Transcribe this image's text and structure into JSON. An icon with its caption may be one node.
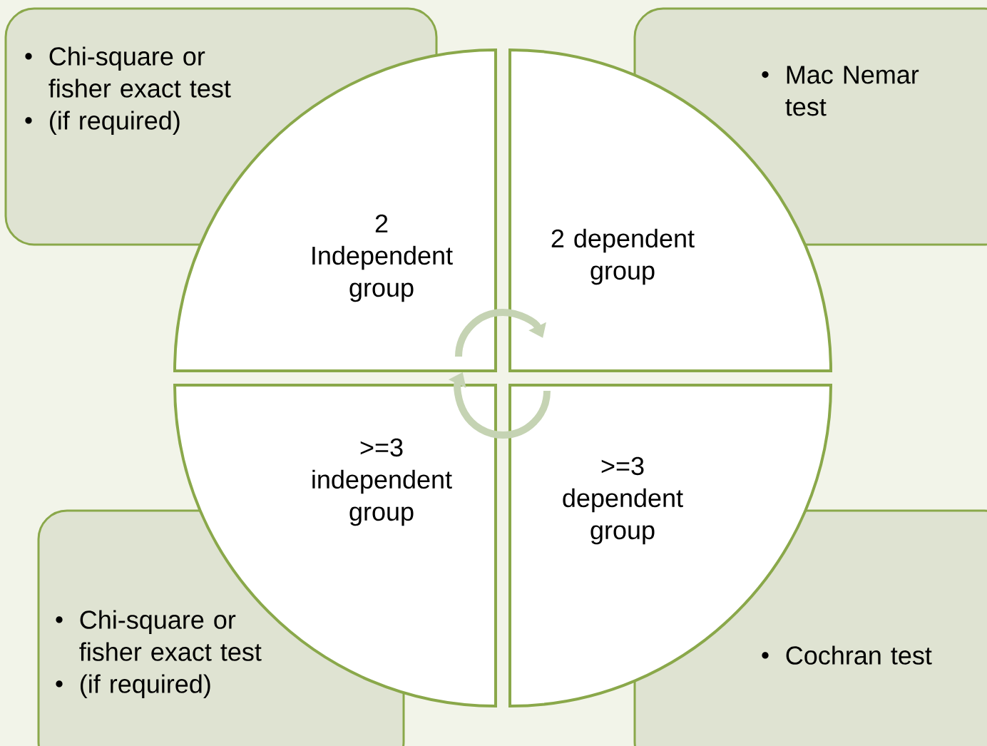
{
  "diagram": {
    "nodes": [
      {
        "text": [
          "Chi-square or fisher exact test",
          "(if required)"
        ]
      },
      {
        "text": [
          "Mac Nemar test"
        ]
      },
      {
        "text": [
          "Chi-square or fisher exact test",
          "(if required)"
        ]
      },
      {
        "text": [
          "Cochran test"
        ]
      },
      {
        "text": [
          "2 Independent group"
        ]
      },
      {
        "text": [
          "2 dependent group"
        ]
      },
      {
        "text": [
          ">=3 independent group"
        ]
      },
      {
        "text": [
          ">=3 dependent group"
        ]
      }
    ],
    "edges": [
      {
        "from": 4,
        "to": 5,
        "arrow": "to"
      },
      {
        "from": 7,
        "to": 6,
        "arrow": "to"
      }
    ]
  }
}
